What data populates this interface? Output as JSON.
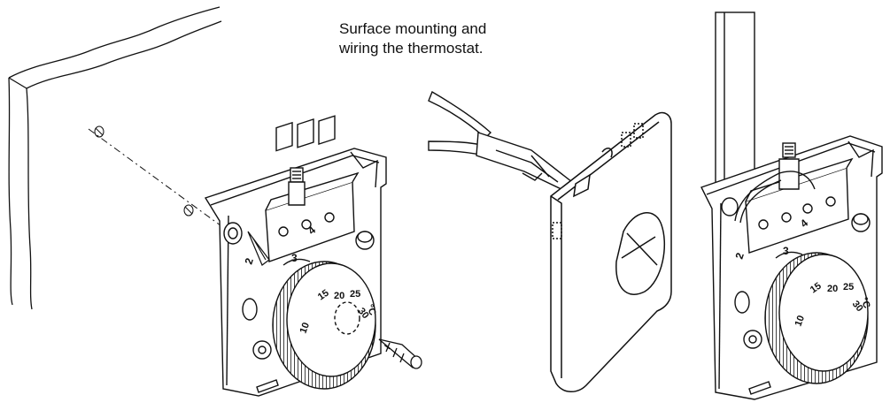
{
  "caption": {
    "line1": "Surface mounting and",
    "line2": "wiring the thermostat."
  },
  "thermostat_left": {
    "terminal_numbers": [
      "2",
      "3",
      "4"
    ],
    "scale_labels": [
      "10",
      "15",
      "20",
      "25",
      "30"
    ],
    "unit": "°C"
  },
  "thermostat_right": {
    "terminal_numbers": [
      "2",
      "3",
      "4"
    ],
    "scale_labels": [
      "10",
      "15",
      "20",
      "25",
      "30"
    ],
    "unit": "°C"
  },
  "icons": {
    "wall": "wall-corner-icon",
    "screw": "wood-screw-icon",
    "pliers": "pliers-icon",
    "cover": "thermostat-cover-icon",
    "conduit": "cable-conduit-icon"
  },
  "colors": {
    "line": "#111111",
    "background": "#ffffff"
  }
}
